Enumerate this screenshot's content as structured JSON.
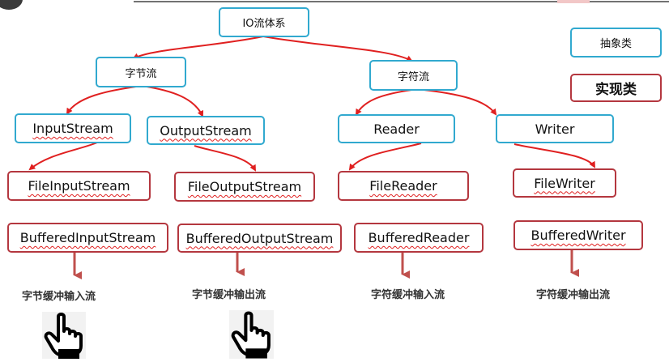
{
  "legend": {
    "abstract_class": "抽象类",
    "concrete_class": "实现类"
  },
  "root": "IO流体系",
  "byte_stream": "字节流",
  "char_stream": "字符流",
  "abstract_classes": [
    "InputStream",
    "OutputStream",
    "Reader",
    "Writer"
  ],
  "file_classes": [
    "FileInputStream",
    "FileOutputStream",
    "FileReader",
    "FileWriter"
  ],
  "buffered_classes": [
    "BufferedInputStream",
    "BufferedOutputStream",
    "BufferedReader",
    "BufferedWriter"
  ],
  "captions": [
    "字节缓冲输入流",
    "字节缓冲输出流",
    "字符缓冲输入流",
    "字符缓冲输出流"
  ],
  "colors": {
    "abstract_border": "#31a9cf",
    "concrete_border": "#b4373f",
    "arrow": "#e02020",
    "down_arrow": "#c0504d"
  },
  "icons": [
    "pointing-hand-icon",
    "pointing-hand-icon"
  ]
}
